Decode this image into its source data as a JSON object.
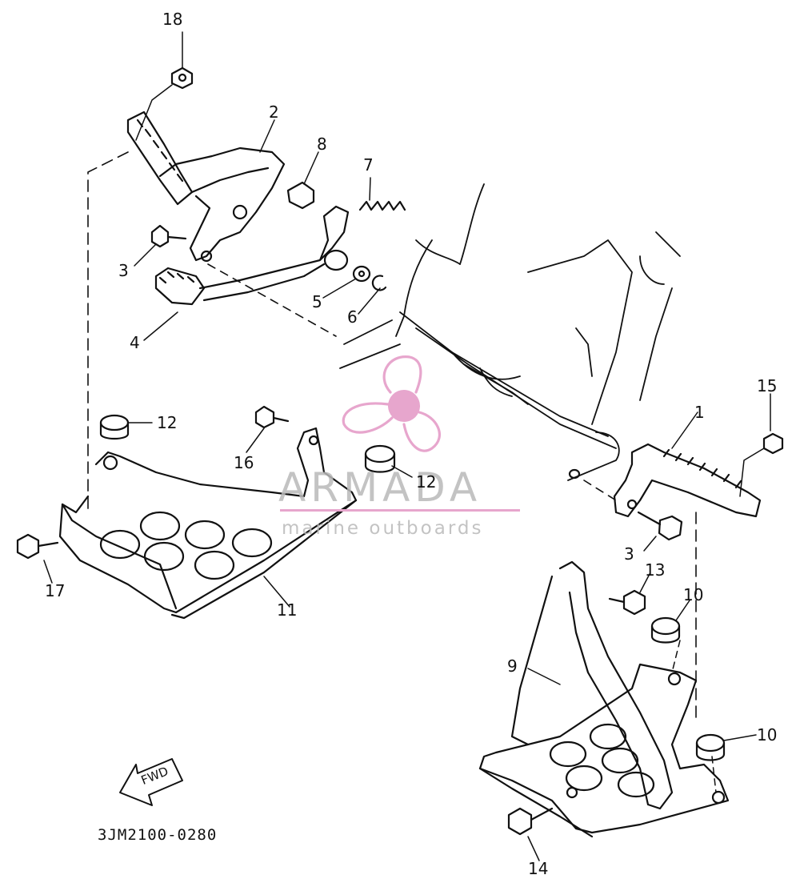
{
  "diagram": {
    "part_number": "3JM2100-0280",
    "direction_label": "FWD",
    "callouts": [
      "18",
      "2",
      "8",
      "7",
      "3",
      "5",
      "6",
      "4",
      "12",
      "16",
      "12",
      "15",
      "1",
      "17",
      "11",
      "3",
      "13",
      "10",
      "9",
      "10",
      "14"
    ]
  },
  "watermark": {
    "brand": "ARMADA",
    "tagline": "marine outboards",
    "accent_color": "#e7a6cd"
  }
}
